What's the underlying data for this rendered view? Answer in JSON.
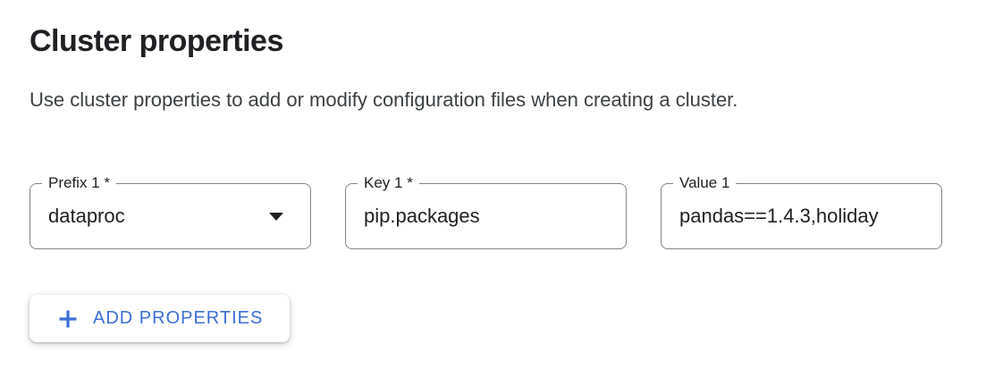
{
  "header": {
    "title": "Cluster properties",
    "subtitle": "Use cluster properties to add or modify configuration files when creating a cluster."
  },
  "form": {
    "fields": [
      {
        "id": "prefix-1",
        "label": "Prefix 1 *",
        "value": "dataproc",
        "control": "dropdown"
      },
      {
        "id": "key-1",
        "label": "Key 1 *",
        "value": "pip.packages",
        "control": "text"
      },
      {
        "id": "value-1",
        "label": "Value 1",
        "value": "pandas==1.4.3,holiday",
        "control": "text"
      }
    ],
    "add_button": {
      "label": "ADD PROPERTIES",
      "icon": "plus-icon"
    }
  },
  "colors": {
    "accent_blue": "#3c6fd6",
    "text_primary": "#202124",
    "text_secondary": "#3c4043",
    "field_border": "#80868b",
    "background": "#ffffff"
  }
}
